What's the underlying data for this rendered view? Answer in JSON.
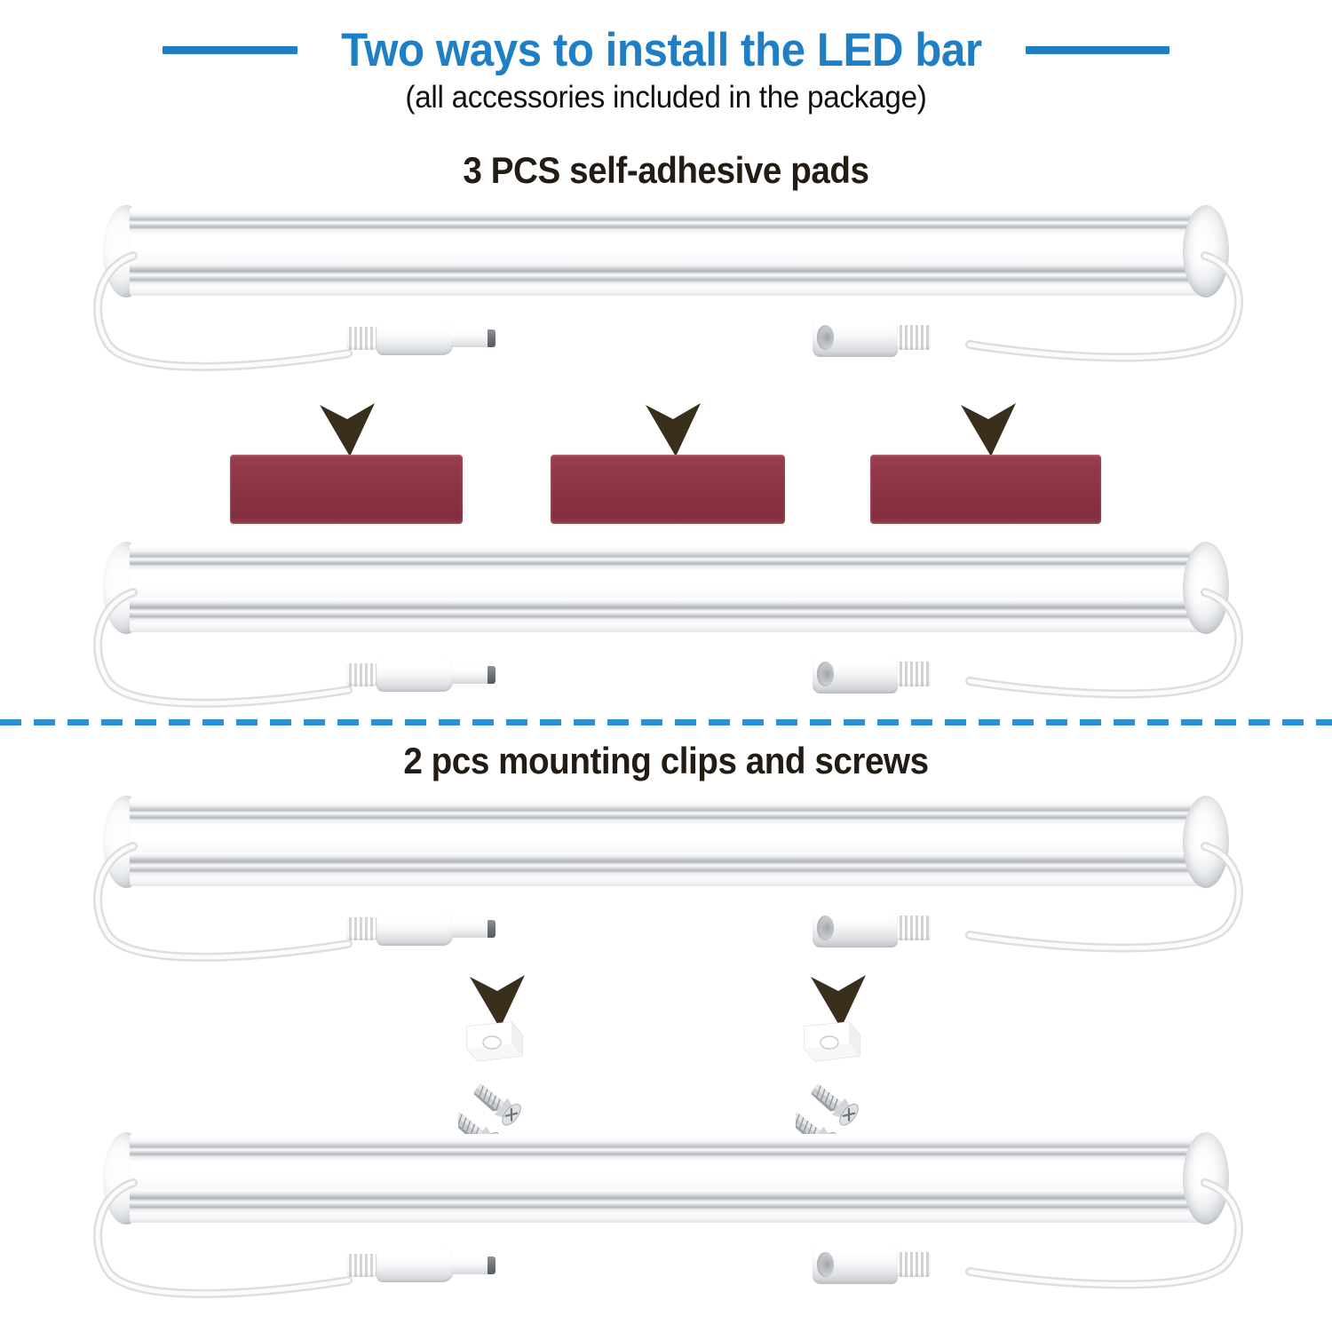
{
  "header": {
    "title": "Two ways to install the LED bar",
    "subtitle": "(all accessories included in the package)",
    "accent_color": "#1f7fc4",
    "rule_icon": "horizontal-rule"
  },
  "divider": {
    "style": "dashed",
    "color": "#2b8fd6"
  },
  "sections": [
    {
      "id": "adhesive",
      "heading": "3 PCS self-adhesive pads",
      "heading_color": "#231c14",
      "part_count": 3,
      "part_name": "self-adhesive pad",
      "part_color": "#8a3343",
      "arrow_icon": "down-arrow-icon",
      "arrow_color": "#3a2f1c",
      "arrow_count": 3,
      "bars": 2
    },
    {
      "id": "clips",
      "heading": "2 pcs mounting clips and screws",
      "heading_color": "#1a1a1a",
      "part_count": 2,
      "part_name": "mounting clip",
      "part_color": "#ffffff",
      "screw_name": "mounting screw",
      "screw_color": "#b9bcc1",
      "screws_per_clip": 2,
      "arrow_icon": "down-arrow-icon",
      "arrow_color": "#3a2f1c",
      "arrow_count": 2,
      "bars": 2
    }
  ],
  "product": {
    "name": "LED bar",
    "body_color": "#ffffff",
    "trim_color": "#b4b8bd",
    "cable_color": "#f2f3f5",
    "connectors": [
      {
        "type": "dc-male-plug",
        "name": "DC barrel plug",
        "side": "left"
      },
      {
        "type": "dc-female-jack",
        "name": "DC barrel jack",
        "side": "right"
      }
    ]
  }
}
